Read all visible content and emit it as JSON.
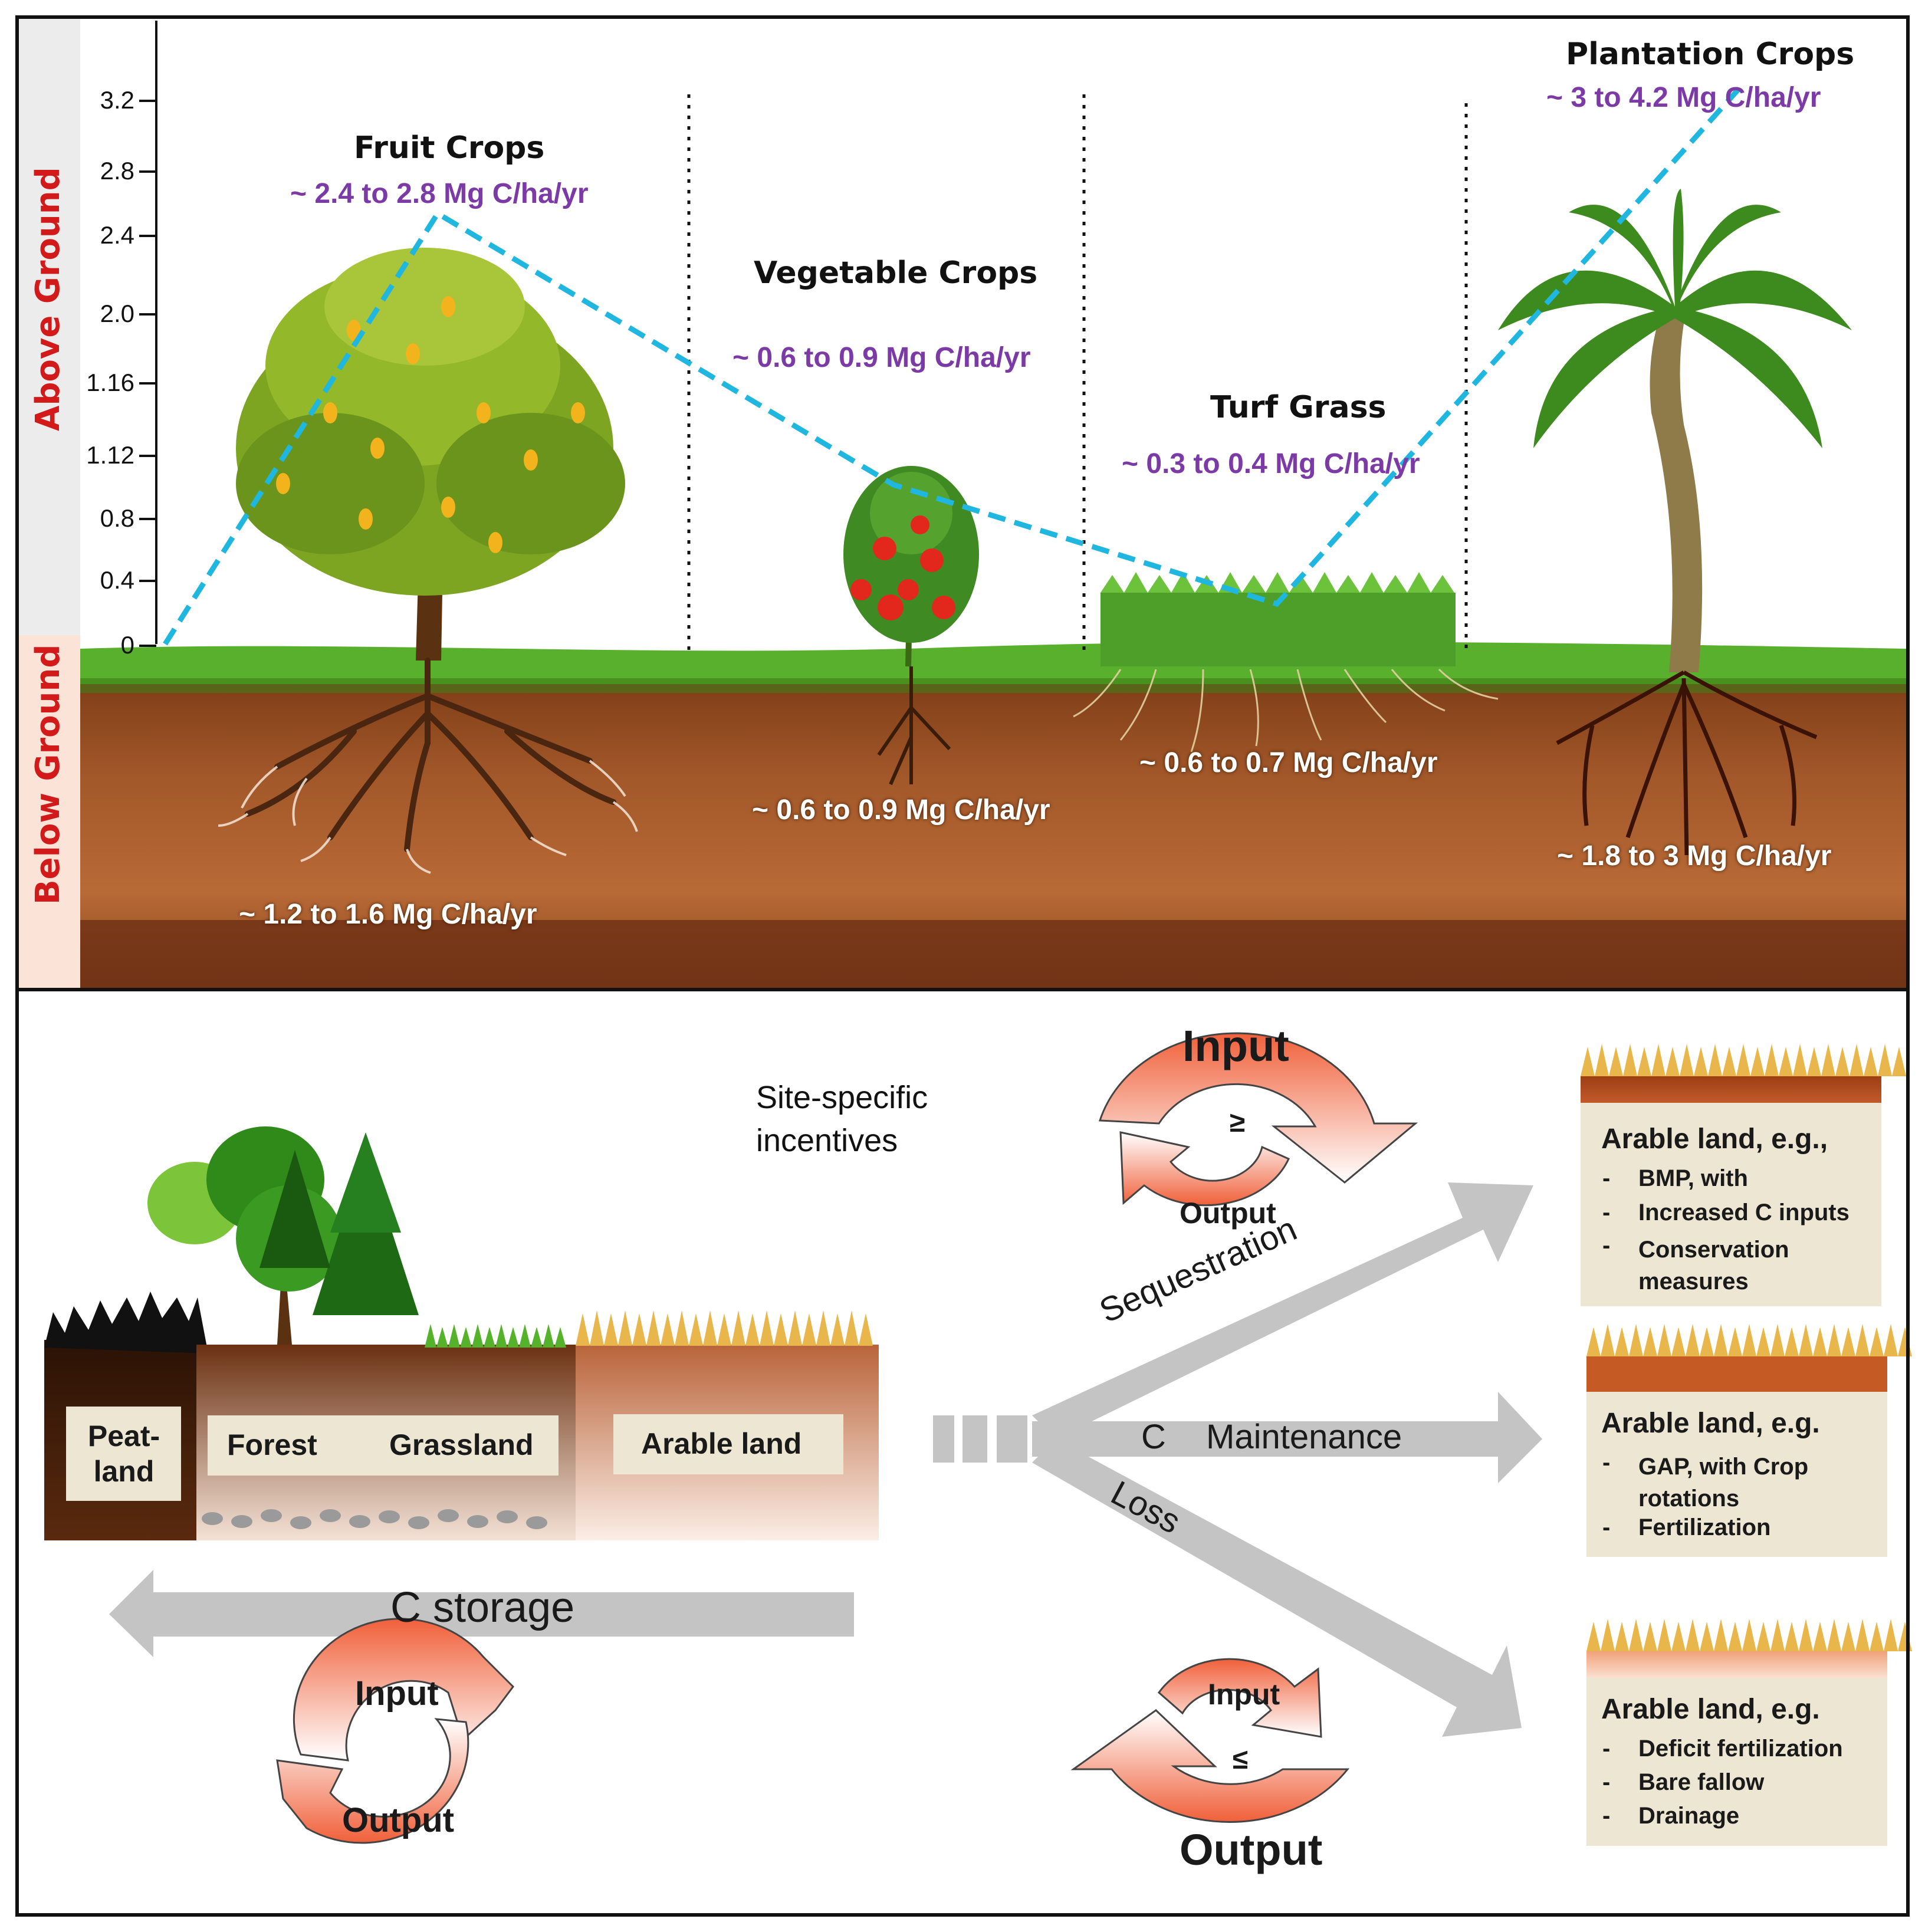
{
  "axis": {
    "ticks": [
      "3.2",
      "2.8",
      "2.4",
      "2.0",
      "1.16",
      "1.12",
      "0.8",
      "0.4",
      "0"
    ],
    "above_label": "Above Ground",
    "below_label": "Below Ground"
  },
  "zones": [
    {
      "title": "Fruit Crops",
      "above_rate": "~ 2.4 to 2.8 Mg C/ha/yr",
      "below_rate": "~ 1.2 to 1.6 Mg C/ha/yr"
    },
    {
      "title": "Vegetable Crops",
      "above_rate": "~ 0.6 to 0.9 Mg C/ha/yr",
      "below_rate": "~ 0.6 to 0.9 Mg C/ha/yr"
    },
    {
      "title": "Turf Grass",
      "above_rate": "~ 0.3 to 0.4 Mg C/ha/yr",
      "below_rate": "~ 0.6 to 0.7 Mg C/ha/yr"
    },
    {
      "title": "Plantation Crops",
      "above_rate": "~ 3 to 4.2 Mg C/ha/yr",
      "below_rate": "~ 1.8 to 3 Mg C/ha/yr"
    }
  ],
  "soil_profile": {
    "peatland": "Peat-\nland",
    "forest": "Forest",
    "grassland": "Grassland",
    "arable": "Arable land"
  },
  "storage_arrow": "C storage",
  "incentives": "Site-specific\nincentives",
  "fan": {
    "c": "C",
    "sequestration": "Sequestration",
    "maintenance": "Maintenance",
    "loss": "Loss"
  },
  "cycles": {
    "top": {
      "input": "Input",
      "output": "Output",
      "relation": "≥"
    },
    "left": {
      "input": "Input",
      "output": "Output"
    },
    "bottom": {
      "input": "Input",
      "output": "Output",
      "relation": "≤"
    }
  },
  "outcome_boxes": [
    {
      "heading": "Arable land, e.g.,",
      "items": [
        "BMP, with",
        "Increased C inputs",
        "Conservation\nmeasures"
      ]
    },
    {
      "heading": "Arable land, e.g.",
      "items": [
        "GAP, with Crop\nrotations",
        "Fertilization"
      ]
    },
    {
      "heading": "Arable land, e.g.",
      "items": [
        "Deficit fertilization",
        "Bare fallow",
        "Drainage"
      ]
    }
  ],
  "colors": {
    "dashed_line": "#1fb6e0",
    "rate_text": "#7b3aa6",
    "side_label": "#d21a1a",
    "arrow_gray": "#c4c4c4",
    "cycle_orange": "#f0603a"
  }
}
